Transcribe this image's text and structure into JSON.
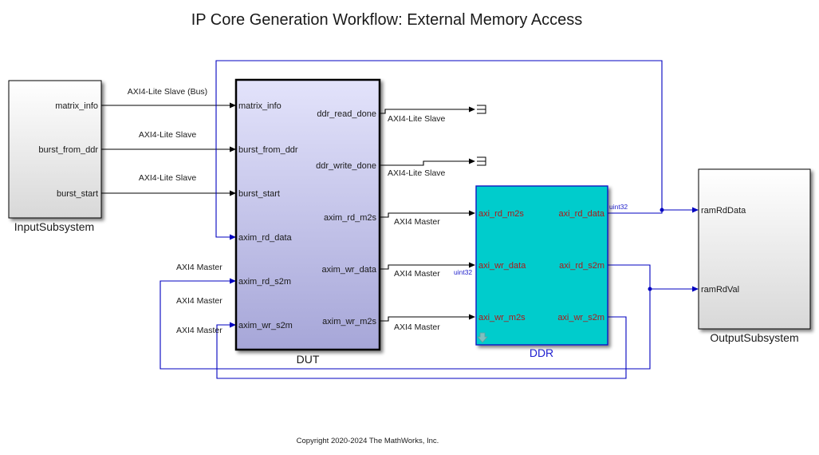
{
  "title": "IP Core Generation Workflow: External Memory Access",
  "copyright": "Copyright 2020-2024 The MathWorks, Inc.",
  "colors": {
    "dut_top": "#e3e3fb",
    "dut_bottom": "#a6a6d8",
    "ddr_fill": "#00cccc",
    "ddr_border": "#1010c0",
    "bus_wire": "#0000c0",
    "signal_wire": "#000000",
    "ddr_port_text": "#b01818"
  },
  "blocks": {
    "input_subsystem": {
      "name": "InputSubsystem",
      "outputs": [
        "matrix_info",
        "burst_from_ddr",
        "burst_start"
      ]
    },
    "dut": {
      "name": "DUT",
      "inputs": [
        "matrix_info",
        "burst_from_ddr",
        "burst_start",
        "axim_rd_data",
        "axim_rd_s2m",
        "axim_wr_s2m"
      ],
      "outputs": [
        "ddr_read_done",
        "ddr_write_done",
        "axim_rd_m2s",
        "axim_wr_data",
        "axim_wr_m2s"
      ]
    },
    "ddr": {
      "name": "DDR",
      "inputs": [
        "axi_rd_m2s",
        "axi_wr_data",
        "axi_wr_m2s"
      ],
      "outputs": [
        "axi_rd_data",
        "axi_rd_s2m",
        "axi_wr_s2m"
      ],
      "icon": "down-arrow-icon"
    },
    "output_subsystem": {
      "name": "OutputSubsystem",
      "inputs": [
        "ramRdData",
        "ramRdVal"
      ]
    }
  },
  "signal_labels": {
    "matrix_info": "AXI4-Lite Slave (Bus)",
    "burst_from_ddr": "AXI4-Lite Slave",
    "burst_start": "AXI4-Lite Slave",
    "ddr_read_done": "AXI4-Lite Slave",
    "ddr_write_done": "AXI4-Lite Slave",
    "axim_rd_m2s": "AXI4 Master",
    "axim_wr_data": "AXI4 Master",
    "axim_wr_m2s": "AXI4 Master",
    "axim_rd_data_in": "AXI4 Master",
    "axim_rd_s2m_in": "AXI4 Master",
    "axim_wr_s2m_in": "AXI4 Master"
  },
  "data_types": {
    "axi_wr_data": "uint32",
    "axi_rd_data": "uint32"
  },
  "terminators": [
    "ddr_read_done-terminator",
    "ddr_write_done-terminator"
  ]
}
